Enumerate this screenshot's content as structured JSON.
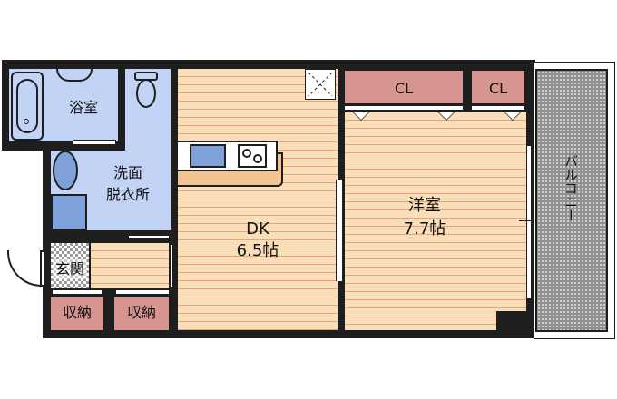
{
  "floorplan": {
    "rooms": {
      "bath": {
        "label": "浴室"
      },
      "washroom": {
        "label_line1": "洗面",
        "label_line2": "脱衣所"
      },
      "entrance": {
        "label": "玄関"
      },
      "storage_left": {
        "label": "収納"
      },
      "storage_right": {
        "label": "収納"
      },
      "dk": {
        "label": "DK",
        "size": "6.5帖"
      },
      "western": {
        "label": "洋室",
        "size": "7.7帖"
      },
      "closet_large": {
        "label": "CL"
      },
      "closet_small": {
        "label": "CL"
      },
      "balcony": {
        "label": "バルコニー"
      }
    },
    "colors": {
      "wall": "#1e1e1e",
      "wood_floor": "#f9dfb9",
      "wood_line": "#e9a27a",
      "wet_area": "#c3d3f5",
      "storage": "#d69590",
      "balcony": "#8f8f8f"
    }
  }
}
